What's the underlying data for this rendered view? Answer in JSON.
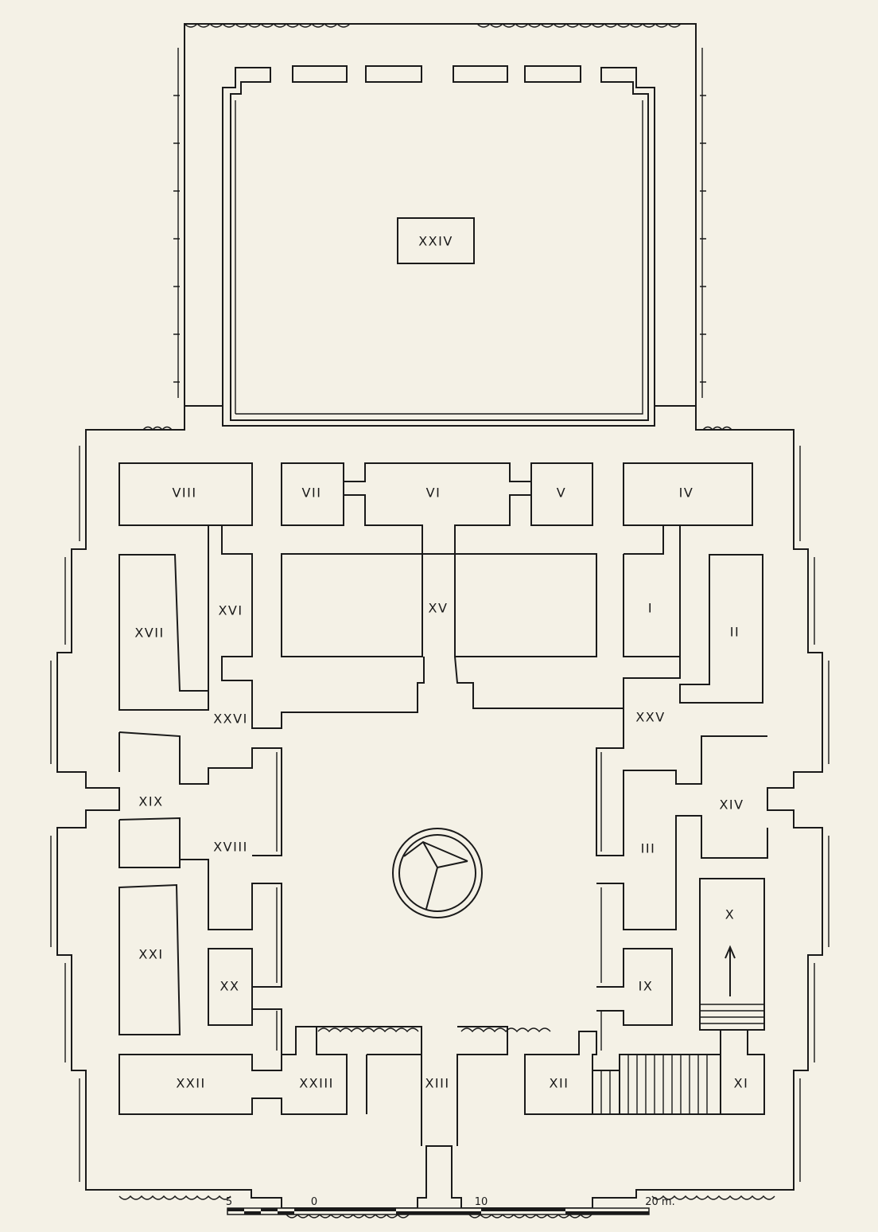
{
  "rooms": {
    "I": "I",
    "II": "II",
    "III": "III",
    "IV": "IV",
    "V": "V",
    "VI": "VI",
    "VII": "VII",
    "VIII": "VIII",
    "IX": "IX",
    "X": "X",
    "XI": "XI",
    "XII": "XII",
    "XIII": "XIII",
    "XIV": "XIV",
    "XV": "XV",
    "XVI": "XVI",
    "XVII": "XVII",
    "XVIII": "XVIII",
    "XIX": "XIX",
    "XX": "XX",
    "XXI": "XXI",
    "XXII": "XXII",
    "XXIII": "XXIII",
    "XXIV": "XXIV",
    "XXV": "XXV",
    "XXVI": "XXVI"
  },
  "scale_bar": {
    "label_left": "5",
    "label_zero": "0",
    "label_mid": "10",
    "label_end": "20 m."
  },
  "colors": {
    "paper": "#f4f1e6",
    "ink": "#1a1a1a"
  }
}
